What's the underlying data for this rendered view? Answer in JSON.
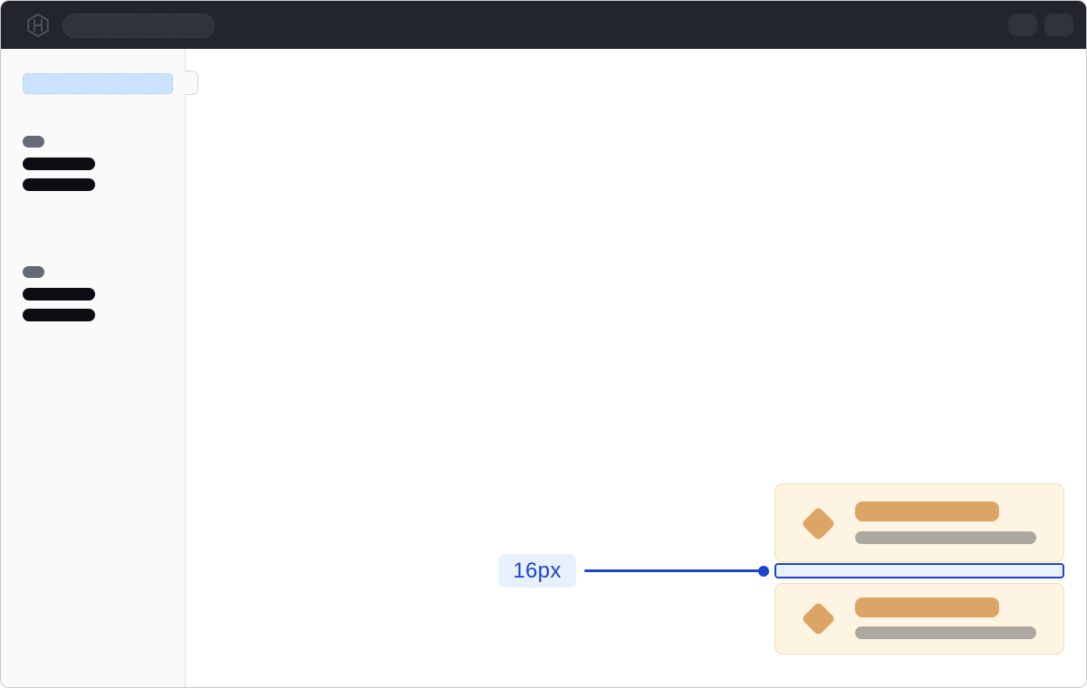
{
  "annotation": {
    "label": "16px"
  },
  "navbar": {
    "logo_icon": "hashicorp-logo",
    "search_skeleton": true,
    "action_placeholders": 2
  },
  "sidebar": {
    "selected_item_skeleton": true,
    "sections": [
      {
        "label_skeleton": true,
        "item_skeletons": 2
      },
      {
        "label_skeleton": true,
        "item_skeletons": 2
      }
    ]
  },
  "cards": {
    "count": 2,
    "icon": "diamond",
    "title_skeleton": true,
    "text_skeleton": true
  },
  "colors": {
    "accent_blue": "#1b45cf",
    "accent_blue_bg": "#ebf2ff",
    "label_bg": "#e9f0fd",
    "navbar_bg": "#22252b",
    "navbar_skeleton": "#2f333b",
    "sidebar_bg": "#fafafa",
    "sidebar_border": "#dcdee2",
    "selected_item": "#cbe3fe",
    "skeleton_dark": "#0c0e13",
    "skeleton_gray": "#656a76",
    "card_bg": "#fdf4e1",
    "card_border": "#f1dfb4",
    "card_icon": "#dca566",
    "card_subtitle": "#aca9a1",
    "window_border": "#c7c9ce"
  }
}
